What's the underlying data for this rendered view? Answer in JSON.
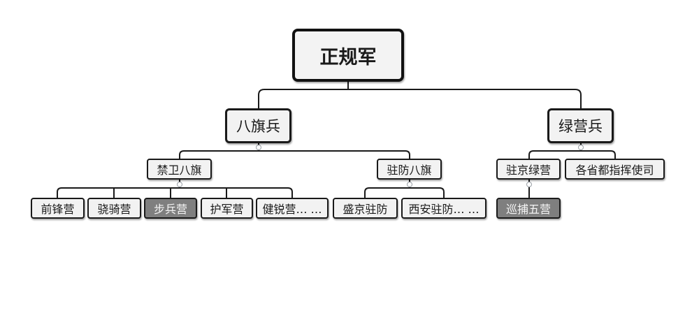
{
  "root": {
    "label": "正规军"
  },
  "branches": [
    {
      "label": "八旗兵",
      "children": [
        {
          "label": "禁卫八旗",
          "children": [
            {
              "label": "前锋营",
              "highlighted": false
            },
            {
              "label": "骁骑营",
              "highlighted": false
            },
            {
              "label": "步兵营",
              "highlighted": true
            },
            {
              "label": "护军营",
              "highlighted": false
            },
            {
              "label": "健锐营… …",
              "highlighted": false
            }
          ]
        },
        {
          "label": "驻防八旗",
          "children": [
            {
              "label": "盛京驻防",
              "highlighted": false
            },
            {
              "label": "西安驻防… …",
              "highlighted": false
            }
          ]
        }
      ]
    },
    {
      "label": "绿营兵",
      "children": [
        {
          "label": "驻京绿营",
          "children": [
            {
              "label": "巡捕五营",
              "highlighted": true
            }
          ]
        },
        {
          "label": "各省都指挥使司",
          "children": []
        }
      ]
    }
  ],
  "colors": {
    "node_fill": "#f2f2f2",
    "node_border": "#1a1a1a",
    "highlight_fill": "#7f7f7f",
    "highlight_text": "#f5f5f5",
    "connector": "#1a1a1a"
  }
}
